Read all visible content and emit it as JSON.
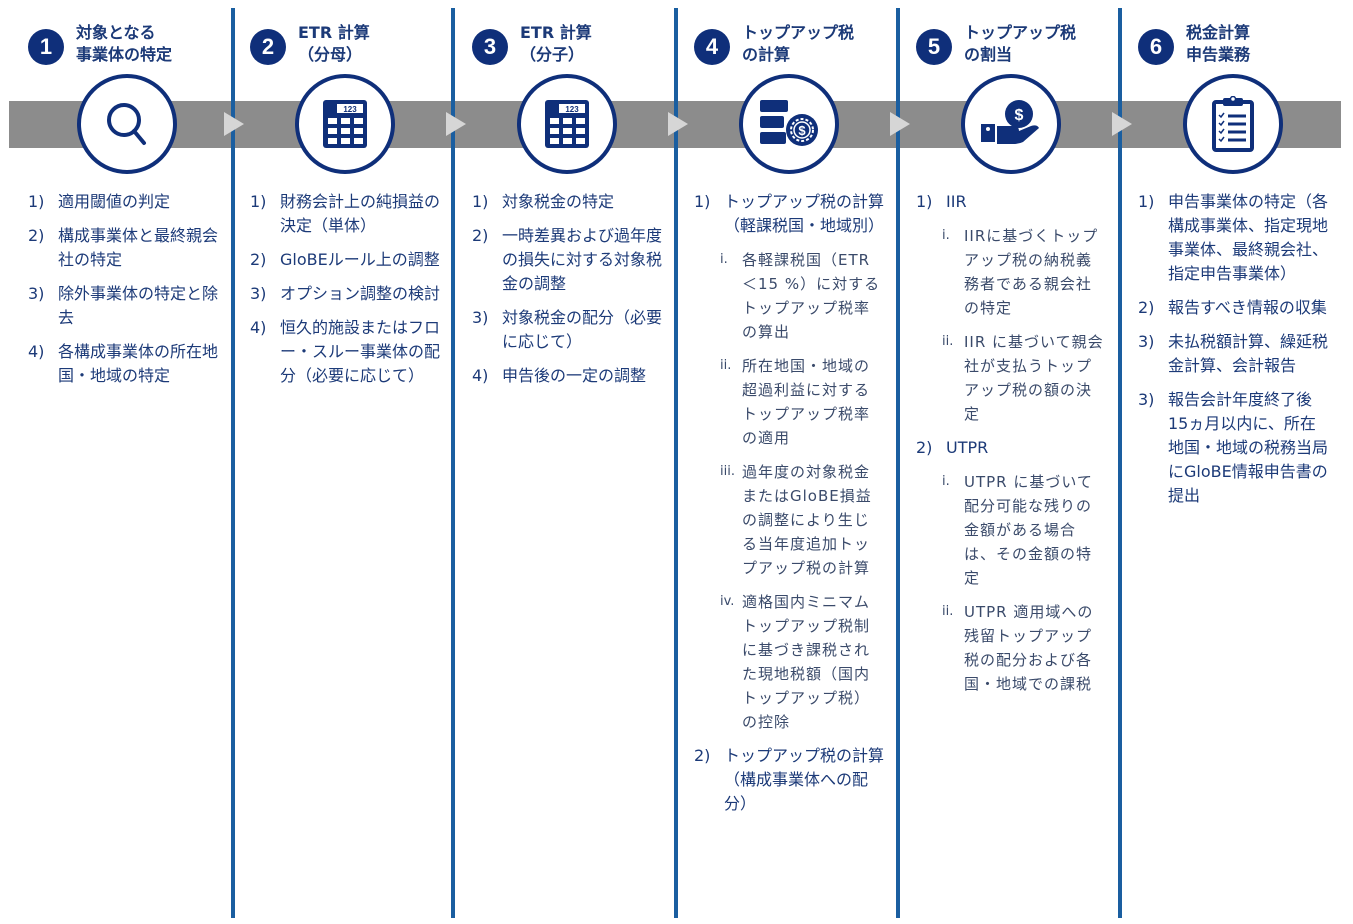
{
  "colors": {
    "primary": "#0f2f7a",
    "divider": "#1a5ea0",
    "band": "#8c8c8c",
    "arrow": "#d6d6d6",
    "text": "#1c3a78"
  },
  "steps": [
    {
      "number": "1",
      "title": "対象となる\n事業体の特定",
      "icon": "search-icon",
      "items": [
        {
          "label": "1)",
          "text": "適用閾値の判定"
        },
        {
          "label": "2)",
          "text": "構成事業体と最終親会社の特定"
        },
        {
          "label": "3)",
          "text": "除外事業体の特定と除去"
        },
        {
          "label": "4)",
          "text": "各構成事業体の所在地国・地域の特定"
        }
      ]
    },
    {
      "number": "2",
      "title": "ETR 計算\n（分母）",
      "icon": "calculator-icon",
      "items": [
        {
          "label": "1)",
          "text": "財務会計上の純損益の決定（単体）"
        },
        {
          "label": "2)",
          "text": "GloBEルール上の調整"
        },
        {
          "label": "3)",
          "text": "オプション調整の検討"
        },
        {
          "label": "4)",
          "text": "恒久的施設またはフロー・スルー事業体の配分（必要に応じて）"
        }
      ]
    },
    {
      "number": "3",
      "title": "ETR 計算\n（分子）",
      "icon": "calculator-icon",
      "items": [
        {
          "label": "1)",
          "text": "対象税金の特定"
        },
        {
          "label": "2)",
          "text": "一時差異および過年度の損失に対する対象税金の調整"
        },
        {
          "label": "3)",
          "text": "対象税金の配分（必要に応じて）"
        },
        {
          "label": "4)",
          "text": "申告後の一定の調整"
        }
      ]
    },
    {
      "number": "4",
      "title": "トップアップ税\nの計算",
      "icon": "coins-dollar-icon",
      "items": [
        {
          "label": "1)",
          "text": "トップアップ税の計算（軽課税国・地域別）",
          "subs": [
            {
              "label": "i.",
              "text": "各軽課税国（ETR＜15 %）に対するトップアップ税率の算出"
            },
            {
              "label": "ii.",
              "text": "所在地国・地域の超過利益に対するトップアップ税率の適用"
            },
            {
              "label": "iii.",
              "text": "過年度の対象税金またはGloBE損益の調整により生じる当年度追加トップアップ税の計算"
            },
            {
              "label": "iv.",
              "text": "適格国内ミニマムトップアップ税制に基づき課税された現地税額（国内トップアップ税）の控除"
            }
          ]
        },
        {
          "label": "2)",
          "text": "トップアップ税の計算（構成事業体への配分）"
        }
      ]
    },
    {
      "number": "5",
      "title": "トップアップ税\nの割当",
      "icon": "hand-dollar-icon",
      "items": [
        {
          "label": "1)",
          "text": "IIR",
          "subs": [
            {
              "label": "i.",
              "text": "IIRに基づくトップアップ税の納税義務者である親会社の特定"
            },
            {
              "label": "ii.",
              "text": "IIR に基づいて親会社が支払うトップアップ税の額の決定"
            }
          ]
        },
        {
          "label": "2)",
          "text": "UTPR",
          "subs": [
            {
              "label": "i.",
              "text": "UTPR に基づいて配分可能な残りの金額がある場合は、その金額の特定"
            },
            {
              "label": "ii.",
              "text": "UTPR 適用域への残留トップアップ税の配分および各国・地域での課税"
            }
          ]
        }
      ]
    },
    {
      "number": "6",
      "title": "税金計算\n申告業務",
      "icon": "clipboard-checklist-icon",
      "items": [
        {
          "label": "1)",
          "text": "申告事業体の特定（各構成事業体、指定現地事業体、最終親会社、指定申告事業体）"
        },
        {
          "label": "2)",
          "text": "報告すべき情報の収集"
        },
        {
          "label": "3)",
          "text": "未払税額計算、繰延税金計算、会計報告"
        },
        {
          "label": "3)",
          "text": "報告会計年度終了後15ヵ月以内に、所在地国・地域の税務当局にGloBE情報申告書の提出"
        }
      ]
    }
  ]
}
